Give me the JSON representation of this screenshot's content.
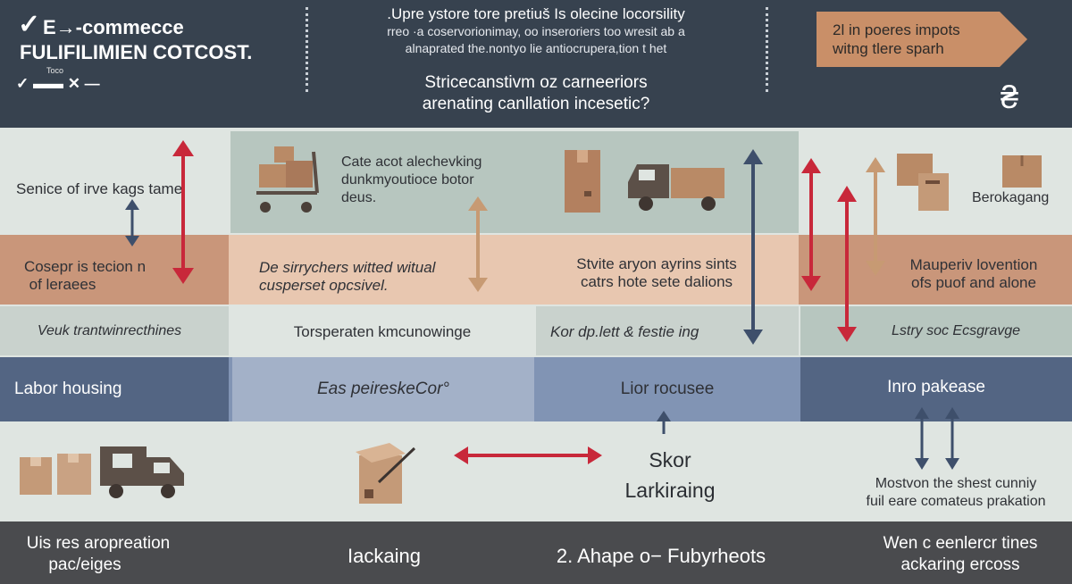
{
  "header": {
    "brand_line1": "E→-commecce",
    "brand_line2": "FULIFILIMIEN COTCOST.",
    "brand_small": "Toco",
    "brand_icons": "✓ ▬▬ ✕ —",
    "intro_line1": ".Upre ystore tore pretiuš Is olecine locorsility",
    "intro_line2": "rreo ·a coservorionimay, oo inseroriers too wresit ab a",
    "intro_line3": "alnaprated the.nontyo lie antiocrupera,tion t het",
    "question_line1": "Stricecanstivm oz carneeriors",
    "question_line2": "arenating canllation incesetic?",
    "banner_line1": "2l in poeres impots",
    "banner_line2": "witng tlere sparh"
  },
  "rows": {
    "r1_left": "Senice of irve kags tame",
    "r1_mid_line1": "Cate acot alechevking",
    "r1_mid_line2": "dunkmyoutioce botor",
    "r1_mid_line3": "deus.",
    "r1_right": "Berokagang",
    "r2_left_line1": "Cosepr is tecion n",
    "r2_left_line2": "of leraees",
    "r2_mid_line1": "De sirrychers witted witual",
    "r2_mid_line2": "cusperset opcsivel.",
    "r2_center_line1": "Stvite aryon ayrins sints",
    "r2_center_line2": "catrs hote sete dalions",
    "r2_right_line1": "Mauperiv lovention",
    "r2_right_line2": "ofs puof and alone",
    "r3_c1": "Veuk trantwinrecthines",
    "r3_c2": "Torsperaten kmcunowinge",
    "r3_c3": "Kor dp.lett & festie ing",
    "r3_c4": "Lstry soc Ecsgravge",
    "r4_c1": "Labor housing",
    "r4_c2": "Eas peireskeCor°",
    "r4_c3": "Lior rocusee",
    "r4_c4": "Inro pakease",
    "r5_center_line1": "Skor",
    "r5_center_line2": "Larkiraing",
    "r5_right_line1": "Mostvon the shest cunniy",
    "r5_right_line2": "fuil eare comateus prakation"
  },
  "footer": {
    "f1_line1": "Uis res aropreation",
    "f1_line2": "pac/eiges",
    "f2": "Iackaing",
    "f3": "2. Ahape o− Fubyrheots",
    "f4_line1": "Wen c eenlercr tines",
    "f4_line2": "ackaring ercoss"
  },
  "colors": {
    "header_bg": "#37424f",
    "light_band": "#dfe5e1",
    "sage": "#b7c6bf",
    "tan_band": "#e8c7b0",
    "tan_dark": "#c9967a",
    "slate_band": "#8194b4",
    "slate_dark": "#536583",
    "slate_light": "#a3b1c8",
    "footer_bg": "#4a4b4e",
    "arrow_red": "#c8283a",
    "arrow_blue": "#3e4f6b",
    "arrow_tan": "#c79a73",
    "banner_orange": "#c98f68"
  },
  "icons": [
    "check-icon",
    "truck-icon",
    "box-icon",
    "hand-truck-icon",
    "package-icon",
    "dollar-icon"
  ]
}
